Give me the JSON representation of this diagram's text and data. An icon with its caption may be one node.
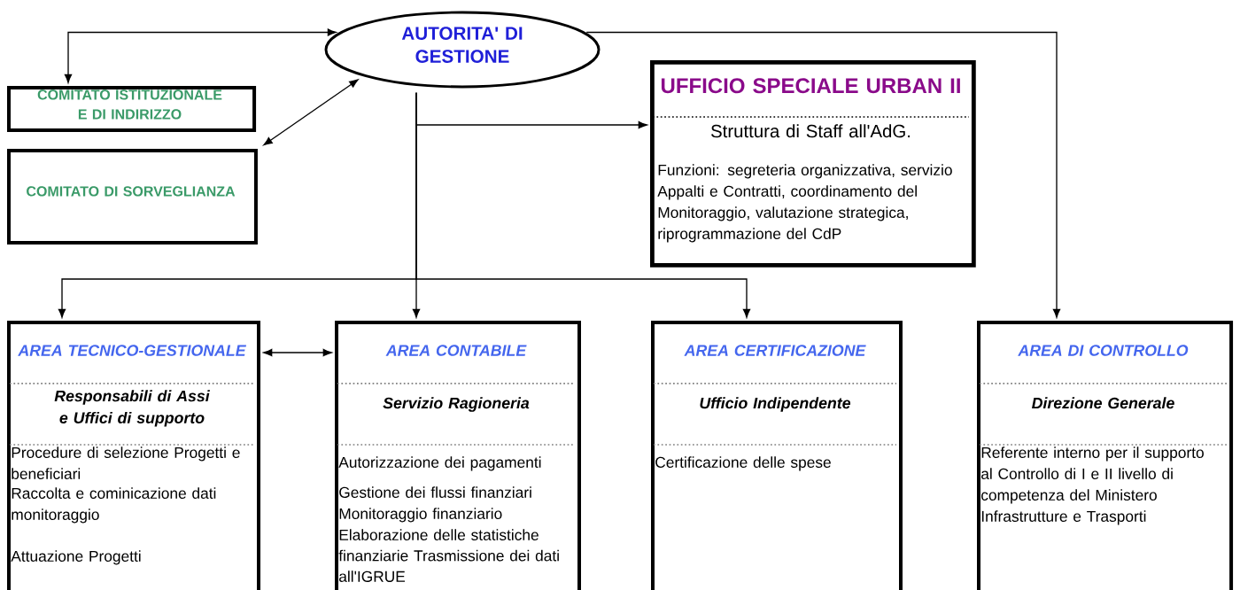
{
  "diagram": {
    "nodes": [
      {
        "text": [
          "AUTORITA' DI GESTIONE"
        ]
      },
      {
        "text": [
          "COMITATO ISTITUZIONALE E DI INDIRIZZO"
        ]
      },
      {
        "text": [
          "COMITATO DI SORVEGLIANZA"
        ]
      },
      {
        "text": [
          "UFFICIO SPECIALE URBAN II",
          "Struttura di Staff all'AdG.",
          "Funzioni: segreteria organizzativa, servizio Appalti e Contratti, coordinamento del Monitoraggio, valutazione strategica, riprogrammazione del CdP"
        ]
      },
      {
        "text": [
          "AREA TECNICO-GESTIONALE",
          "Responsabili di Assi e Uffici di supporto",
          "Procedure di selezione Progetti e beneficiari",
          "Raccolta e cominicazione dati monitoraggio",
          "Attuazione Progetti"
        ]
      },
      {
        "text": [
          "AREA CONTABILE",
          "Servizio Ragioneria",
          "Autorizzazione dei pagamenti",
          "Gestione dei flussi finanziari",
          "Monitoraggio finanziario",
          "Elaborazione delle statistiche finanziarie Trasmissione dei dati all'IGRUE"
        ]
      },
      {
        "text": [
          "AREA CERTIFICAZIONE",
          "Ufficio Indipendente",
          "Certificazione delle spese"
        ]
      },
      {
        "text": [
          "AREA DI CONTROLLO",
          "Direzione Generale",
          "Referente interno per il supporto al Controllo di I e II livello di competenza del Ministero Infrastrutture e Trasporti"
        ]
      }
    ],
    "edges": [
      {
        "from": 0,
        "to": 1,
        "arrow": "both"
      },
      {
        "from": 2,
        "to": 0,
        "arrow": "both"
      },
      {
        "from": 0,
        "to": 3,
        "arrow": "to"
      },
      {
        "from": 0,
        "to": 4,
        "arrow": "to"
      },
      {
        "from": 0,
        "to": 5,
        "arrow": "to"
      },
      {
        "from": 0,
        "to": 6,
        "arrow": "to"
      },
      {
        "from": 0,
        "to": 7,
        "arrow": "to"
      },
      {
        "from": 4,
        "to": 5,
        "arrow": "both"
      }
    ]
  }
}
